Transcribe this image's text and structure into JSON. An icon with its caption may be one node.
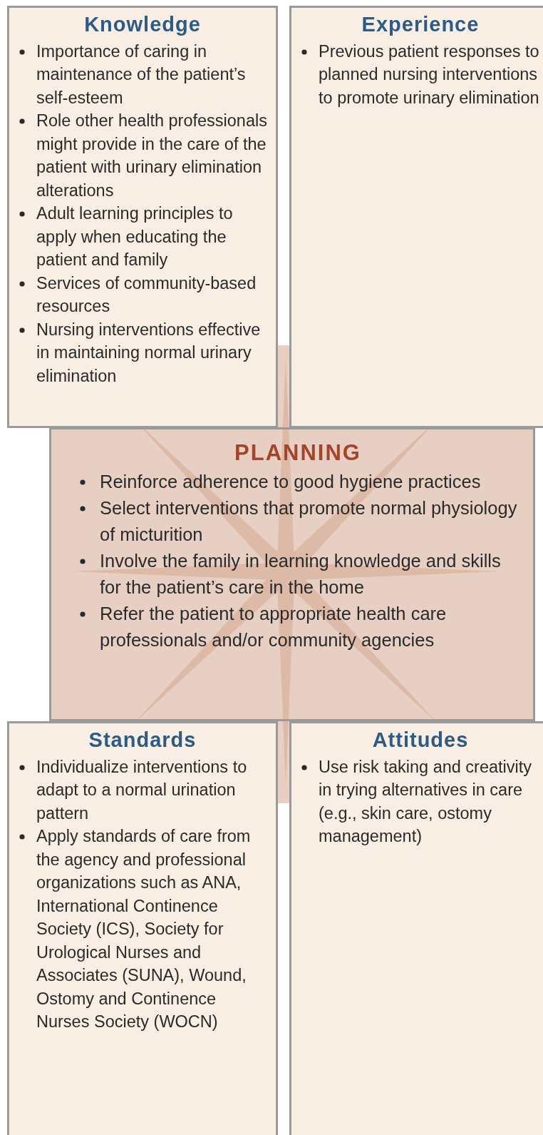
{
  "diagram": {
    "nodes": [
      {
        "text": [
          "Knowledge",
          "Importance of caring in maintenance of the patient’s self-esteem",
          "Role other health professionals might provide in the care of the patient with urinary elimination alterations",
          "Adult learning principles to apply when educating the patient and family",
          "Services of community-based resources",
          "Nursing interventions effective in maintaining normal urinary elimination"
        ]
      },
      {
        "text": [
          "Experience",
          "Previous patient responses to planned nursing interventions to promote urinary elimination"
        ]
      },
      {
        "text": [
          "PLANNING",
          "Reinforce adherence to good hygiene practices",
          "Select interventions that promote normal physiology of micturition",
          "Involve the family in learning knowledge and skills for the patient’s care in the home",
          "Refer the patient to appropriate health care professionals and/or community agencies"
        ]
      },
      {
        "text": [
          "Standards",
          "Individualize interventions to adapt to a normal urination pattern",
          "Apply standards of care from the agency and professional organizations such as ANA, International Continence Society (ICS), Society for Urological Nurses and Associates (SUNA), Wound, Ostomy and Continence Nurses Society (WOCN)"
        ]
      },
      {
        "text": [
          "Attitudes",
          "Use risk taking and creativity in trying alternatives in care (e.g., skin care, ostomy management)"
        ]
      }
    ]
  }
}
